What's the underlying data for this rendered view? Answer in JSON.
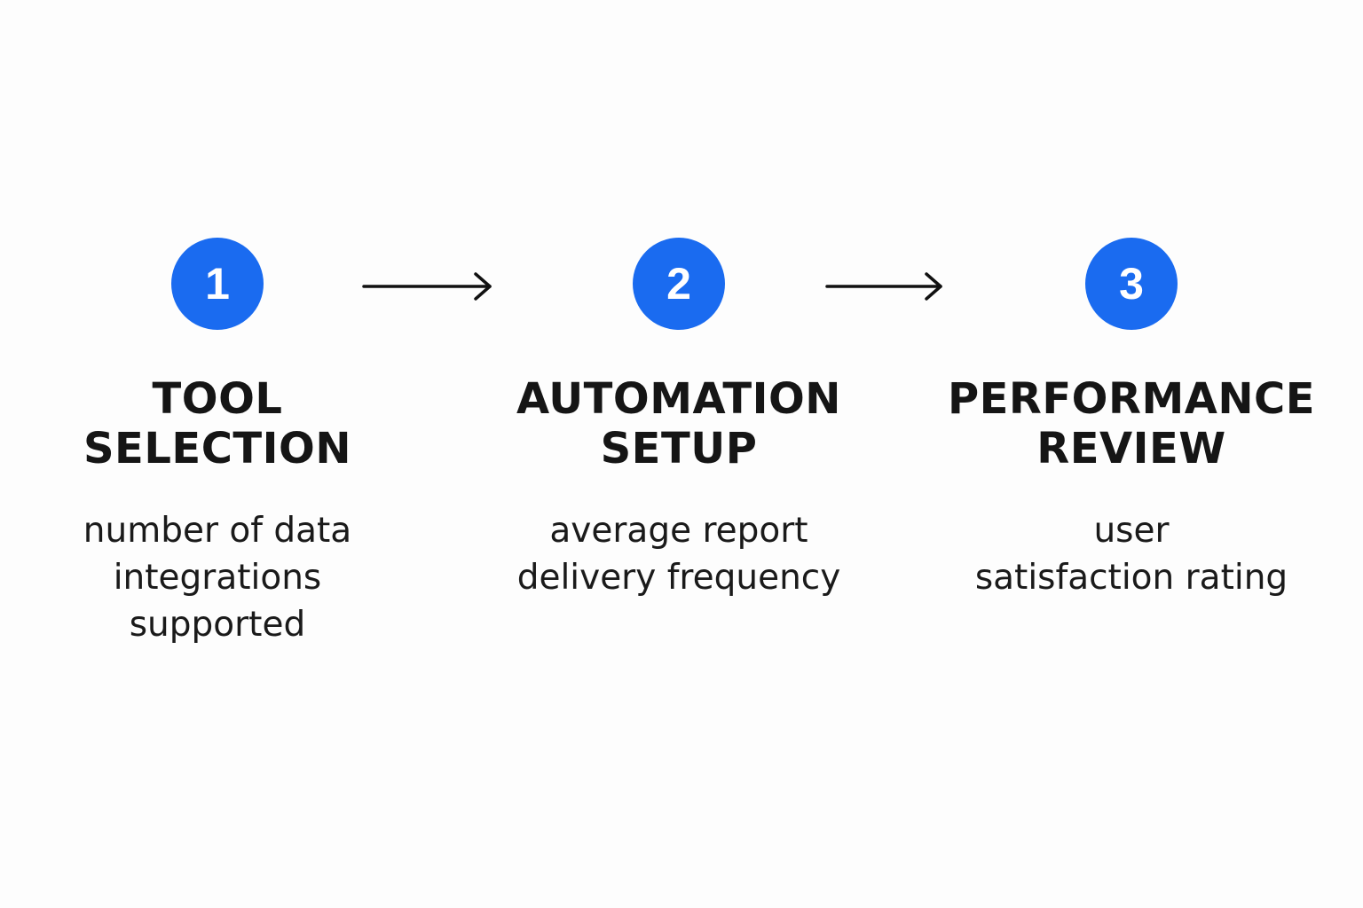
{
  "colors": {
    "accent": "#1a6bf0",
    "text": "#151515",
    "background": "#fdfdfd"
  },
  "steps": [
    {
      "number": "1",
      "title_lines": [
        "TOOL",
        "SELECTION"
      ],
      "desc_lines": [
        "number of data",
        "integrations",
        "supported"
      ]
    },
    {
      "number": "2",
      "title_lines": [
        "AUTOMATION",
        "SETUP"
      ],
      "desc_lines": [
        "average report",
        "delivery frequency"
      ]
    },
    {
      "number": "3",
      "title_lines": [
        "PERFORMANCE",
        "REVIEW"
      ],
      "desc_lines": [
        "user",
        "satisfaction rating"
      ]
    }
  ],
  "connectors": [
    {
      "icon": "right-arrow-icon"
    },
    {
      "icon": "right-arrow-icon"
    }
  ]
}
